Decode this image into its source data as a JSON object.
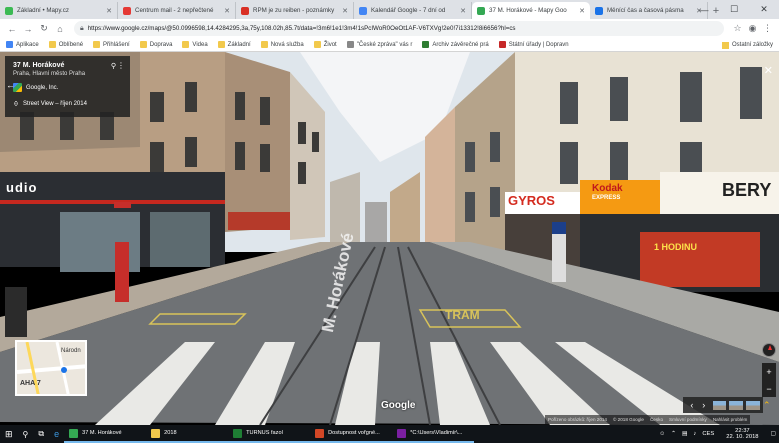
{
  "tabs": [
    {
      "label": "Základní • Mapy.cz",
      "color": "#3cba54"
    },
    {
      "label": "Centrum mail - 2 nepřečtené",
      "color": "#e53935"
    },
    {
      "label": "RPM je zu reiben - poznámky",
      "color": "#d93025"
    },
    {
      "label": "Kalendář Google - 7 dní od",
      "color": "#4285f4"
    },
    {
      "label": "37 M. Horákové - Mapy Goo",
      "color": "#34a853",
      "active": true
    },
    {
      "label": "Měnící čas a časová pásma",
      "color": "#1a73e8"
    }
  ],
  "window": {
    "minimize": "—",
    "maximize": "☐",
    "close": "✕"
  },
  "toolbar": {
    "url": "https://www.google.cz/maps/@50.0996598,14.4284295,3a,75y,108.02h,85.7t/data=!3m6!1e1!3m4!1sPcIWoR0OeOt1AF-V6TXVg!2e0!7i13312!8i6656?hl=cs"
  },
  "bookmarks": [
    {
      "label": "Aplikace",
      "kind": "apps"
    },
    {
      "label": "Oblíbené",
      "kind": "folder"
    },
    {
      "label": "Přihlášení",
      "kind": "folder"
    },
    {
      "label": "Doprava",
      "kind": "folder"
    },
    {
      "label": "Videa",
      "kind": "folder"
    },
    {
      "label": "Základní",
      "kind": "folder"
    },
    {
      "label": "Nová služba",
      "kind": "folder"
    },
    {
      "label": "Život",
      "kind": "folder"
    },
    {
      "label": "\"České zpráva\" vás r",
      "kind": "site"
    },
    {
      "label": "Archiv závěrečné prá",
      "kind": "site"
    },
    {
      "label": "Státní úřady | Dopravn",
      "kind": "site"
    }
  ],
  "bookmarks_right": "Ostatní záložky",
  "streetview": {
    "address": "37 M. Horákové",
    "locality": "Praha, Hlavní město Praha",
    "author": "Google, Inc.",
    "capture": "Street View – říjen 2014",
    "street_sign": "M. Horákové",
    "road_text": "TRAM",
    "shop_left": "udio",
    "shop_gyros": "GYROS",
    "shop_kodak": "Kodak",
    "shop_kodak_sub": "EXPRESS",
    "shop_bery": "BERY",
    "shop_sign2": "1 HODINU",
    "minimap_label1": "Národn",
    "minimap_label2": "AHA 7",
    "google_logo": "Google",
    "footer": [
      "Pořízeno obrázků: říjen 2014",
      "© 2018 Google",
      "Česko",
      "Smluvní podmínky",
      "Nahlásit problém"
    ]
  },
  "taskbar": {
    "apps": [
      {
        "label": "37 M. Horákové",
        "color": "#34a853"
      },
      {
        "label": "2018",
        "color": "#f2c94c"
      },
      {
        "label": "TURNUS  fazol",
        "color": "#1e7e34"
      },
      {
        "label": "Dostupnost vořgné...",
        "color": "#d24726"
      },
      {
        "label": "*C:\\Users\\Vladimír\\...",
        "color": "#7b1fa2"
      }
    ],
    "tray_lang": "CES",
    "time": "22:37",
    "date": "22. 10. 2018"
  }
}
